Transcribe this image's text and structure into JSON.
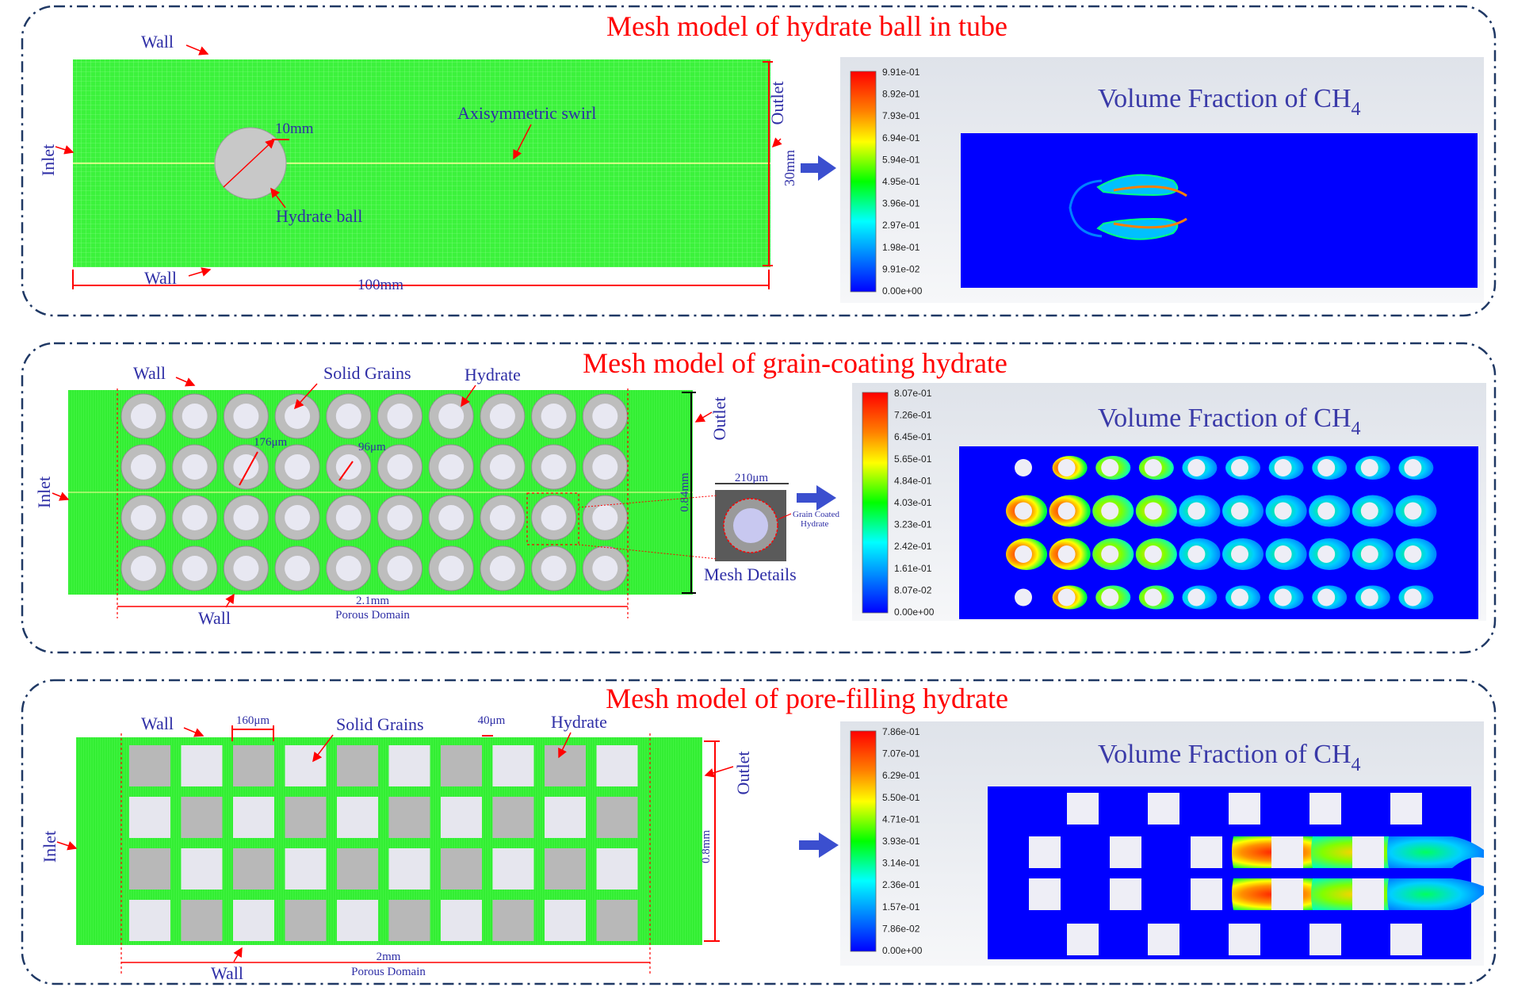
{
  "colors": {
    "panel_border": "#1f3864",
    "title_red": "#ff0000",
    "label_blue": "#2e2ea6",
    "mesh_green": "#33ff33",
    "grain_gray": "#bdbdbd",
    "contour_blue": "#0000ff",
    "arrow_blue": "#3b4fcf"
  },
  "panels": [
    {
      "title": "Mesh model of hydrate ball in tube",
      "labels": {
        "wall_top": "Wall",
        "wall_bottom": "Wall",
        "inlet": "Inlet",
        "outlet": "Outlet",
        "axis": "Axisymmetric swirl",
        "radius": "10mm",
        "ball": "Hydrate ball",
        "height": "30mm",
        "length": "100mm"
      },
      "contour": {
        "title": "Volume Fraction of CH",
        "subscript": "4",
        "scale": [
          "9.91e-01",
          "8.92e-01",
          "7.93e-01",
          "6.94e-01",
          "5.94e-01",
          "4.95e-01",
          "3.96e-01",
          "2.97e-01",
          "1.98e-01",
          "9.91e-02",
          "0.00e+00"
        ]
      }
    },
    {
      "title": "Mesh model of grain-coating hydrate",
      "labels": {
        "wall_top": "Wall",
        "solid_grains": "Solid Grains",
        "hydrate": "Hydrate",
        "outlet": "Outlet",
        "inlet": "Inlet",
        "dim_outer": "176μm",
        "dim_inner": "96μm",
        "height": "0.84mm",
        "detail_size": "210μm",
        "grain_coated": "Grain Coated",
        "grain_coated_2": "Hydrate",
        "mesh_details": "Mesh Details",
        "wall_bottom": "Wall",
        "length": "2.1mm",
        "porous": "Porous Domain"
      },
      "contour": {
        "title": "Volume Fraction of CH",
        "subscript": "4",
        "scale": [
          "8.07e-01",
          "7.26e-01",
          "6.45e-01",
          "5.65e-01",
          "4.84e-01",
          "4.03e-01",
          "3.23e-01",
          "2.42e-01",
          "1.61e-01",
          "8.07e-02",
          "0.00e+00"
        ]
      }
    },
    {
      "title": "Mesh model of pore-filling hydrate",
      "labels": {
        "wall_top": "Wall",
        "dim_grain": "160μm",
        "solid_grains": "Solid Grains",
        "dim_gap": "40μm",
        "hydrate": "Hydrate",
        "outlet": "Outlet",
        "inlet": "Inlet",
        "height": "0.8mm",
        "wall_bottom": "Wall",
        "length": "2mm",
        "porous": "Porous Domain"
      },
      "contour": {
        "title": "Volume Fraction of CH",
        "subscript": "4",
        "scale": [
          "7.86e-01",
          "7.07e-01",
          "6.29e-01",
          "5.50e-01",
          "4.71e-01",
          "3.93e-01",
          "3.14e-01",
          "2.36e-01",
          "1.57e-01",
          "7.86e-02",
          "0.00e+00"
        ]
      }
    }
  ]
}
